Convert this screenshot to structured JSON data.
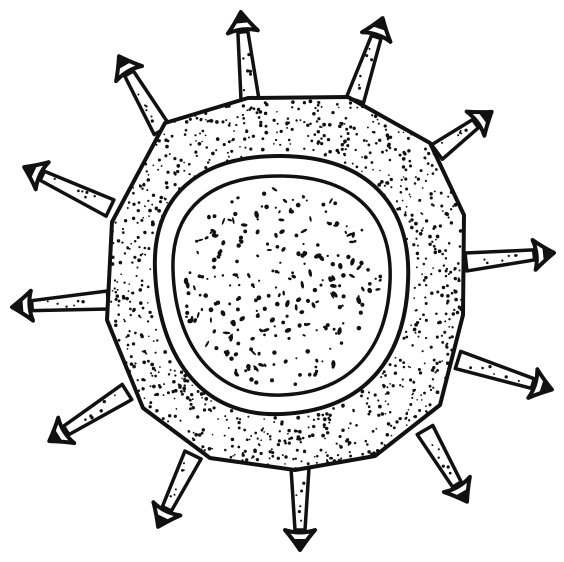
{
  "figure": {
    "subject": "spiked-cell-drawing",
    "style": "black-ink-line-drawing-with-stipple",
    "colors": {
      "ink": "#111111",
      "paper": "#ffffff"
    },
    "spike_count": 12
  }
}
